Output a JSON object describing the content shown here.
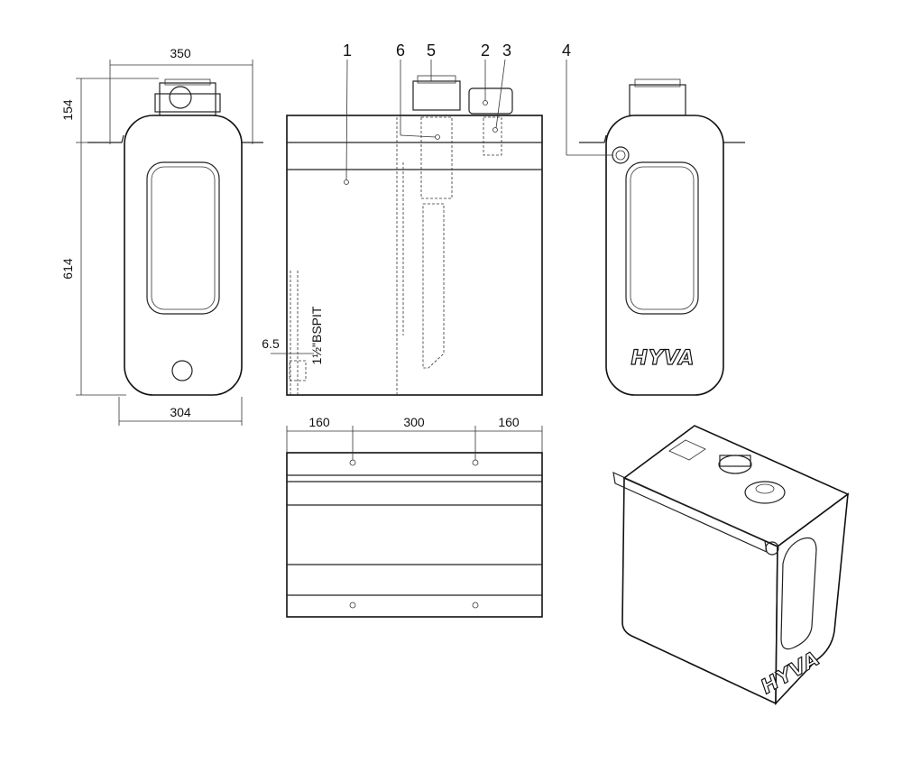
{
  "dimensions": {
    "width_top": "350",
    "height_filler": "154",
    "height_tank": "614",
    "width_bottom": "304",
    "offset_small": "6.5",
    "hole_spacing_left": "160",
    "hole_spacing_mid": "300",
    "hole_spacing_right": "160"
  },
  "thread_label": "1½\"BSPIT",
  "callouts": [
    "1",
    "6",
    "5",
    "2",
    "3",
    "4"
  ],
  "brand_logo": "HYVA",
  "colors": {
    "line": "#222222",
    "background": "#ffffff"
  }
}
